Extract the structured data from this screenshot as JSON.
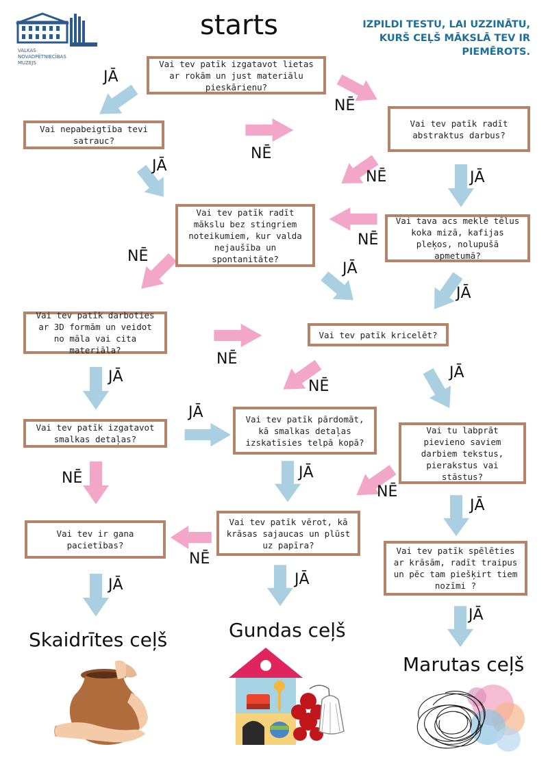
{
  "header": {
    "title": "starts",
    "tagline": "IZPILDI TESTU, LAI UZZINĀTU, KURŠ CEĻŠ MĀKSLĀ TEV IR PIEMĒROTS.",
    "logo_text_1": "VALKAS",
    "logo_text_2": "NOVADPĒTNIECĪBAS",
    "logo_text_3": "MUZEJS"
  },
  "questions": {
    "q1": "Vai tev patīk izgatavot lietas ar rokām un just materiālu pieskārienu?",
    "q2": "Vai nepabeigtība tevi satrauc?",
    "q3": "Vai tev patīk radīt abstraktus darbus?",
    "q4": "Vai tev patīk radīt mākslu bez stingriem noteikumiem, kur valda nejaušība un spontanitāte?",
    "q5": "Vai tava acs meklē tēlus koka mizā, kafijas pleķos, nolupušā apmetumā?",
    "q6": "Vai tev patīk darboties ar 3D formām un veidot no māla vai cita materiāla?",
    "q7": "Vai tev patīk kricelēt?",
    "q8": "Vai  tev patīk izgatavot smalkas detaļas?",
    "q9": "Vai tev patīk  pārdomāt, kā smalkas detaļas izskatīsies telpā kopā?",
    "q10": "Vai tu labprāt pievieno saviem darbiem tekstus, pierakstus vai stāstus?",
    "q11": "Vai tev ir gana pacietības?",
    "q12": "Vai tev patīk vērot, kā krāsas sajaucas un plūst uz papīra?",
    "q13": "Vai tev patīk spēlēties ar krāsām, radīt  traipus un pēc tam piešķirt tiem nozīmi ?"
  },
  "answers": {
    "yes": "JĀ",
    "no": "NĒ"
  },
  "results": {
    "r1": "Skaidrītes ceļš",
    "r2": "Gundas ceļš",
    "r3": "Marutas ceļš"
  },
  "colors": {
    "yes_arrow": "#a9cfe0",
    "no_arrow": "#f2a7c8",
    "box_border": "#b5836a",
    "tagline": "#1d6f9a"
  }
}
